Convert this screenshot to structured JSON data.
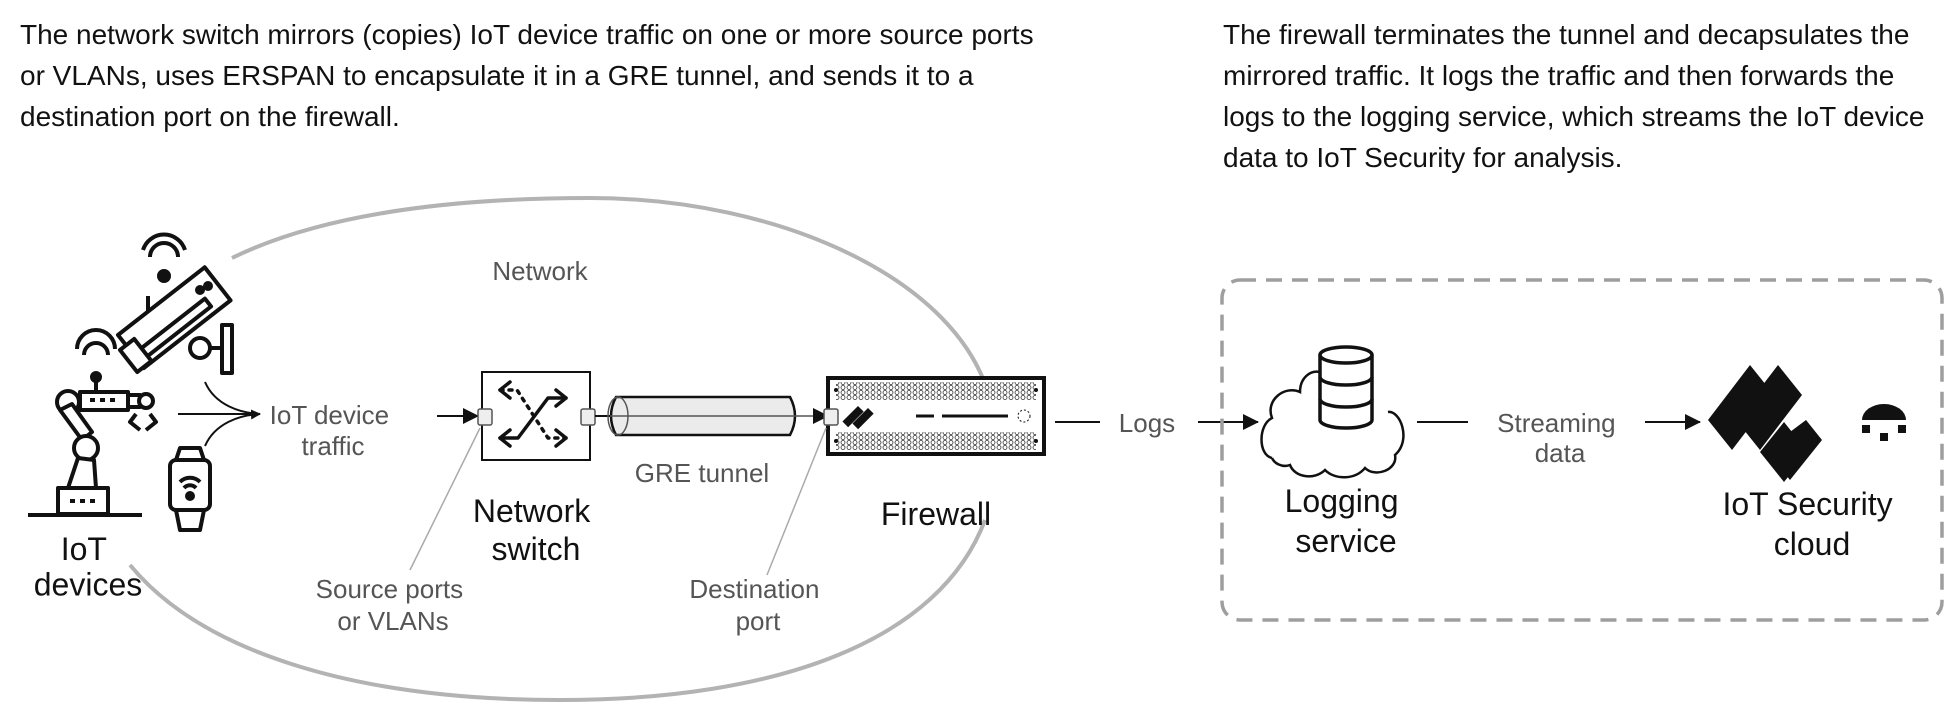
{
  "description": {
    "left": "The network switch mirrors (copies) IoT device traffic on one or more source ports or VLANs, uses ERSPAN to encapsulate it in a GRE tunnel, and sends it to a destination port on the firewall.",
    "right": "The firewall terminates the tunnel and decapsulates the mirrored traffic. It logs the traffic and then forwards the logs to the logging service, which streams the IoT device data to IoT Security for analysis."
  },
  "network_region": {
    "label": "Network"
  },
  "nodes": {
    "iot_devices": {
      "line1": "IoT",
      "line2": "devices",
      "icons": [
        "security-camera-icon",
        "robot-arm-icon",
        "smartwatch-icon"
      ]
    },
    "network_switch": {
      "line1": "Network",
      "line2": "switch",
      "icon": "switch-icon"
    },
    "firewall": {
      "label": "Firewall",
      "icon": "firewall-appliance-icon"
    },
    "logging_service": {
      "line1": "Logging",
      "line2": "service",
      "icon": "cloud-database-icon"
    },
    "iot_security": {
      "line1": "IoT Security",
      "line2": "cloud",
      "icon": "paloalto-logo-icon"
    }
  },
  "edges": {
    "traffic": {
      "line1": "IoT device",
      "line2": "traffic"
    },
    "tunnel": {
      "label": "GRE tunnel"
    },
    "logs": {
      "label": "Logs"
    },
    "streaming": {
      "line1": "Streaming",
      "line2": "data"
    }
  },
  "callouts": {
    "source_ports": {
      "line1": "Source ports",
      "line2": "or VLANs"
    },
    "destination_port": {
      "line1": "Destination",
      "line2": "port"
    }
  },
  "colors": {
    "text": "#111111",
    "secondary_text": "#555555",
    "network_outline": "#b3b3b3",
    "cloud_boundary": "#9e9e9e",
    "port_fill": "#eeeeee",
    "tunnel_fill": "#ebebeb"
  }
}
